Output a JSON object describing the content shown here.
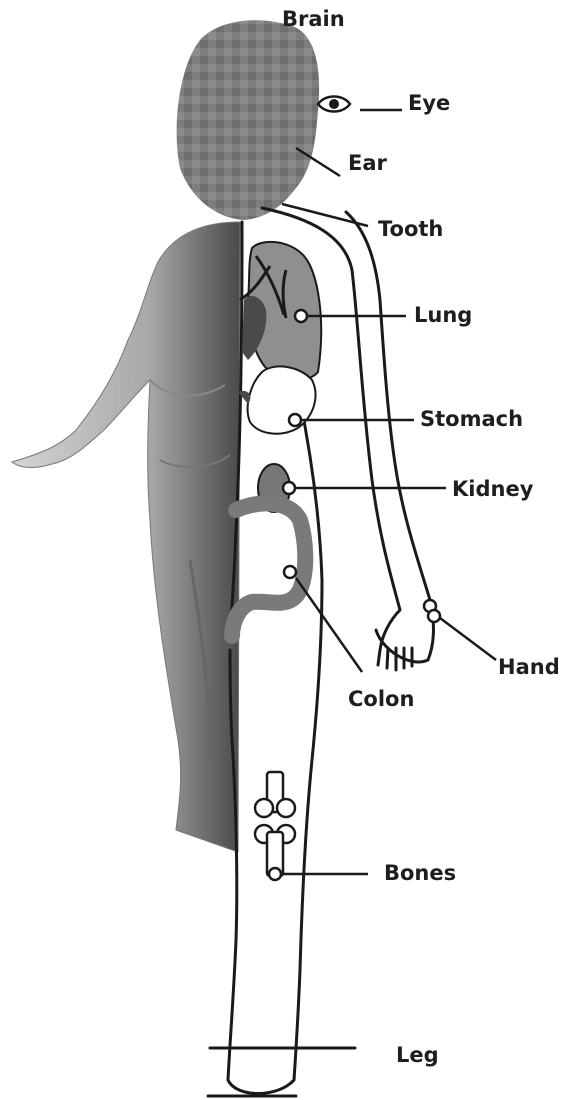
{
  "labels": {
    "brain": "Brain",
    "eye": "Eye",
    "ear": "Ear",
    "tooth": "Tooth",
    "lung": "Lung",
    "stomach": "Stomach",
    "kidney": "Kidney",
    "hand": "Hand",
    "colon": "Colon",
    "bones": "Bones",
    "leg": "Leg"
  }
}
